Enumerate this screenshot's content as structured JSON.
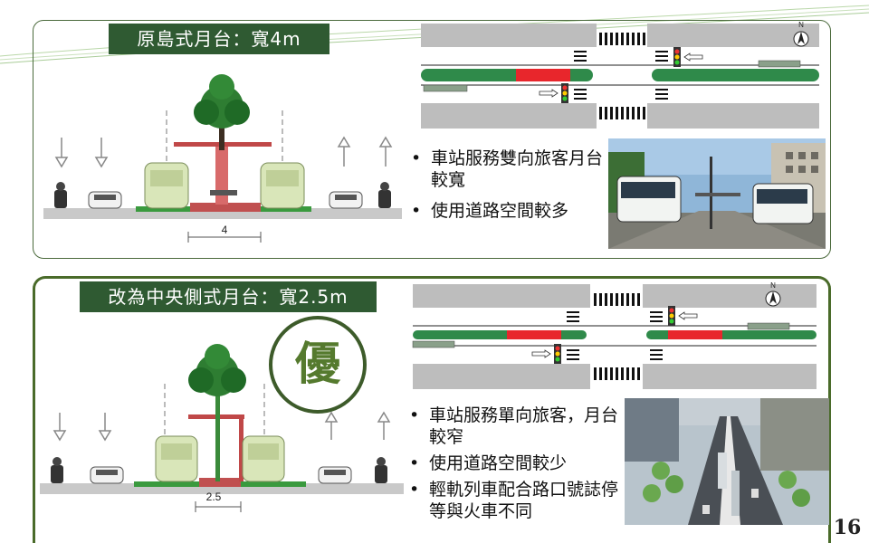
{
  "page_number": "16",
  "colors": {
    "accent_green": "#2f5a32",
    "platform_red": "#e8262c",
    "track_green": "#2f8a4a"
  },
  "section_1": {
    "title": "原島式月台：寬4m",
    "width_label": "4",
    "bullets": [
      "車站服務雙向旅客月台較寬",
      "使用道路空間較多"
    ]
  },
  "section_2": {
    "title": "改為中央側式月台：寬2.5m",
    "width_label": "2.5",
    "badge": "優",
    "bullets": [
      "車站服務單向旅客，月台較窄",
      "使用道路空間較少",
      "輕軌列車配合路口號誌停等與火車不同"
    ]
  },
  "compass_label": "N",
  "icons": [
    "north-arrow-icon",
    "traffic-light-icon",
    "tree-icon",
    "tram-icon",
    "car-icon",
    "motorcycle-icon",
    "lane-arrow-icon"
  ]
}
